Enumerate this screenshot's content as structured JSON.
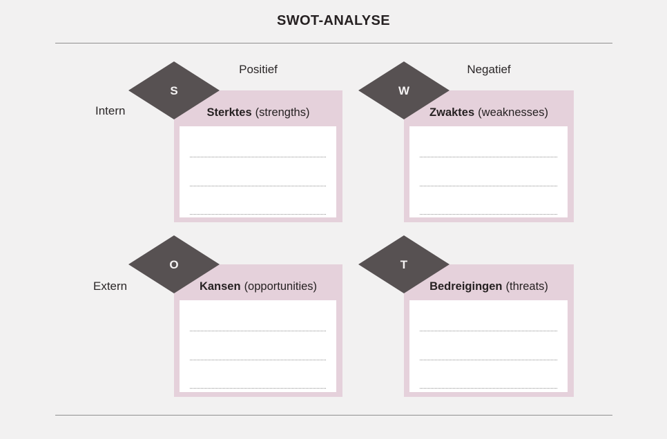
{
  "title": "SWOT-ANALYSE",
  "axes": {
    "columns": [
      {
        "label": "Positief"
      },
      {
        "label": "Negatief"
      }
    ],
    "rows": [
      {
        "label": "Intern"
      },
      {
        "label": "Extern"
      }
    ]
  },
  "quadrants": [
    {
      "letter": "S",
      "name": "Sterktes",
      "translation": "(strengths)",
      "column": "Positief",
      "row": "Intern",
      "write_lines": 3
    },
    {
      "letter": "W",
      "name": "Zwaktes",
      "translation": "(weaknesses)",
      "column": "Negatief",
      "row": "Intern",
      "write_lines": 3
    },
    {
      "letter": "O",
      "name": "Kansen",
      "translation": "(opportunities)",
      "column": "Positief",
      "row": "Extern",
      "write_lines": 3
    },
    {
      "letter": "T",
      "name": "Bedreigingen",
      "translation": "(threats)",
      "column": "Negatief",
      "row": "Extern",
      "write_lines": 3
    }
  ],
  "colors": {
    "background": "#f2f1f1",
    "quadrant_box": "#e5d1db",
    "diamond": "#575152",
    "diamond_letter": "#f5f3f3",
    "text": "#262122",
    "rule_line": "#8f8f8f",
    "dotted_line": "#8d8d8d",
    "content_box": "#ffffff"
  }
}
